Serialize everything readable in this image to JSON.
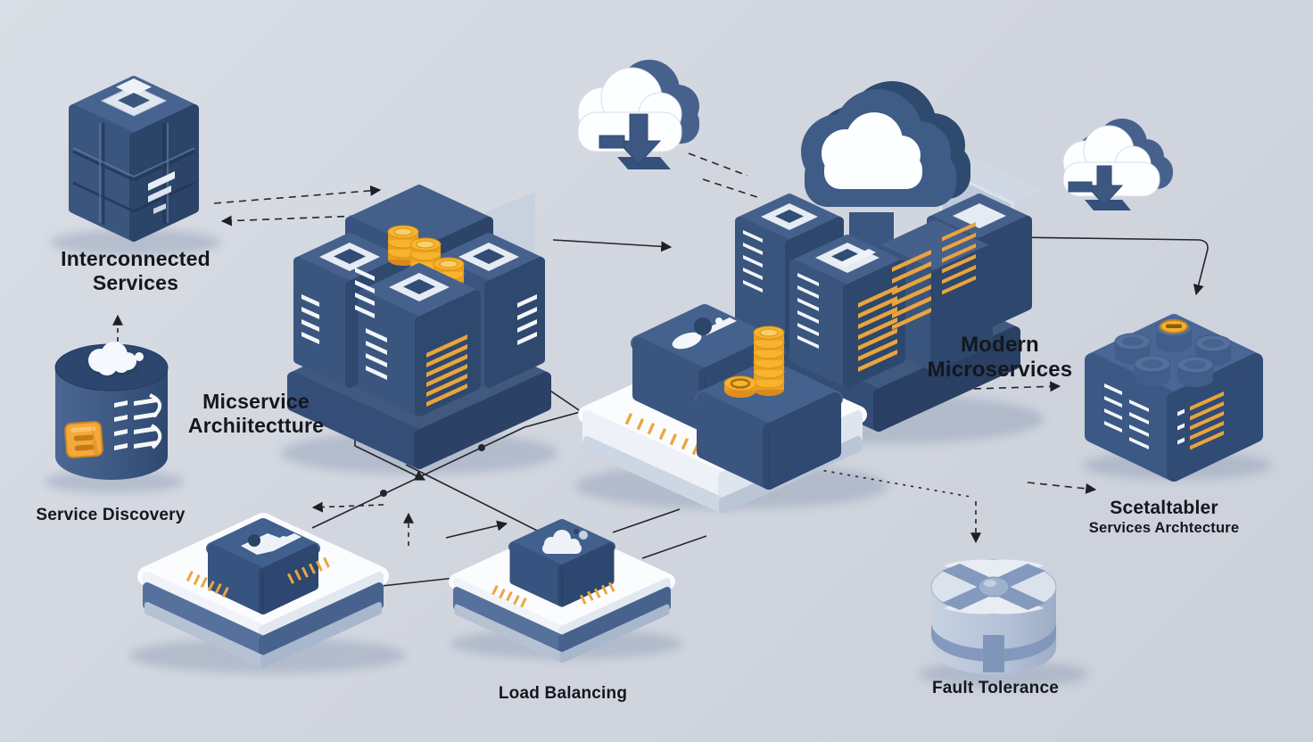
{
  "scene": {
    "type": "isometric-illustration",
    "topic": "Modern Microservices Architecture",
    "background_color": "#d2d6df"
  },
  "palette": {
    "primary_blue": "#3d5a85",
    "dark_blue": "#2c4468",
    "light_blue": "#5b77a4",
    "steel_gray": "#b9c5d8",
    "white": "#ffffff",
    "accent_orange": "#eaa43e",
    "coin_gold": "#f6b42c",
    "line_black": "#23262b",
    "text_color": "#14171c"
  },
  "labels": {
    "interconnected_services": {
      "line1": "Interconnected",
      "line2": "Services"
    },
    "microservice_architecture": {
      "line1": "Micservice",
      "line2": "Archiitectture"
    },
    "service_discovery": {
      "text": "Service Discovery"
    },
    "modern_microservices": {
      "line1": "Modern",
      "line2": "Microservices"
    },
    "scalable_services": {
      "line1": "Scetaltabler",
      "line2": "Services Archtecture"
    },
    "load_balancing": {
      "text": "Load Balancing"
    },
    "fault_tolerance": {
      "text": "Fault Tolerance"
    }
  },
  "icons": [
    "interconnected-cubes-icon",
    "service-discovery-database-icon",
    "microservice-cluster-icon",
    "cloud-download-icon",
    "cloud-servers-icon",
    "cloud-download-icon-small",
    "scalable-node-icon",
    "central-platform-icon",
    "load-balancer-platform-icon",
    "service-platform-icon",
    "fault-tolerance-disk-icon"
  ]
}
